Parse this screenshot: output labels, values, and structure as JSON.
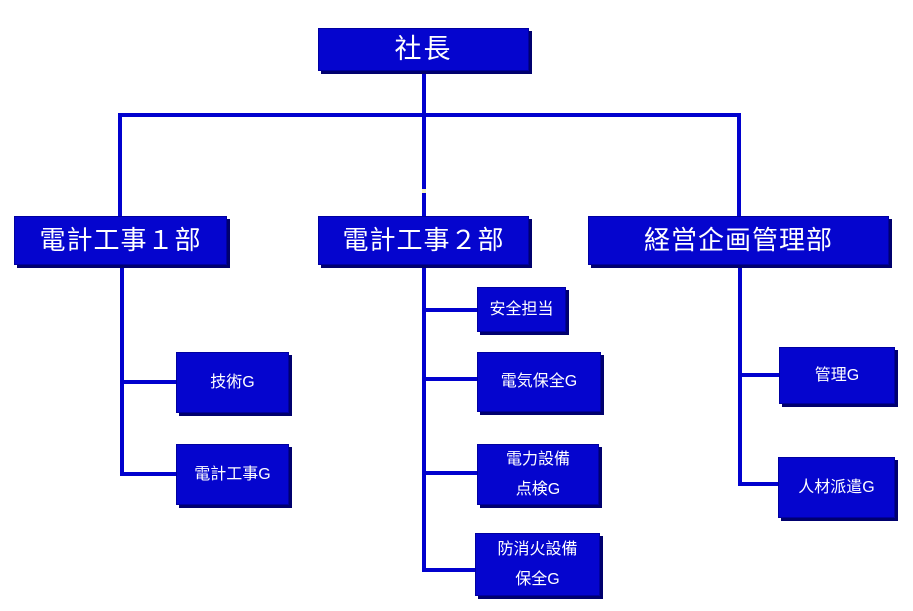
{
  "diagram": {
    "type": "organization-chart",
    "language": "ja",
    "colors": {
      "box_fill": "#0505CE",
      "box_border": "#0000A0",
      "box_shadow": "#00006E",
      "connector": "#0101CE",
      "text": "#FFFFFF",
      "background": "#FFFFFF",
      "gap_artifact": "#F4F4C4"
    },
    "org": {
      "root": {
        "label": "社長"
      },
      "departments": [
        {
          "label": "電計工事１部",
          "children": [
            {
              "label": "技術G"
            },
            {
              "label": "電計工事G"
            }
          ]
        },
        {
          "label": "電計工事２部",
          "children": [
            {
              "label": "安全担当"
            },
            {
              "label": "電気保全G"
            },
            {
              "label": "電力設備\n点検G"
            },
            {
              "label": "防消火設備\n保全G"
            }
          ]
        },
        {
          "label": "経営企画管理部",
          "children": [
            {
              "label": "管理G"
            },
            {
              "label": "人材派遣G"
            }
          ]
        }
      ]
    }
  }
}
